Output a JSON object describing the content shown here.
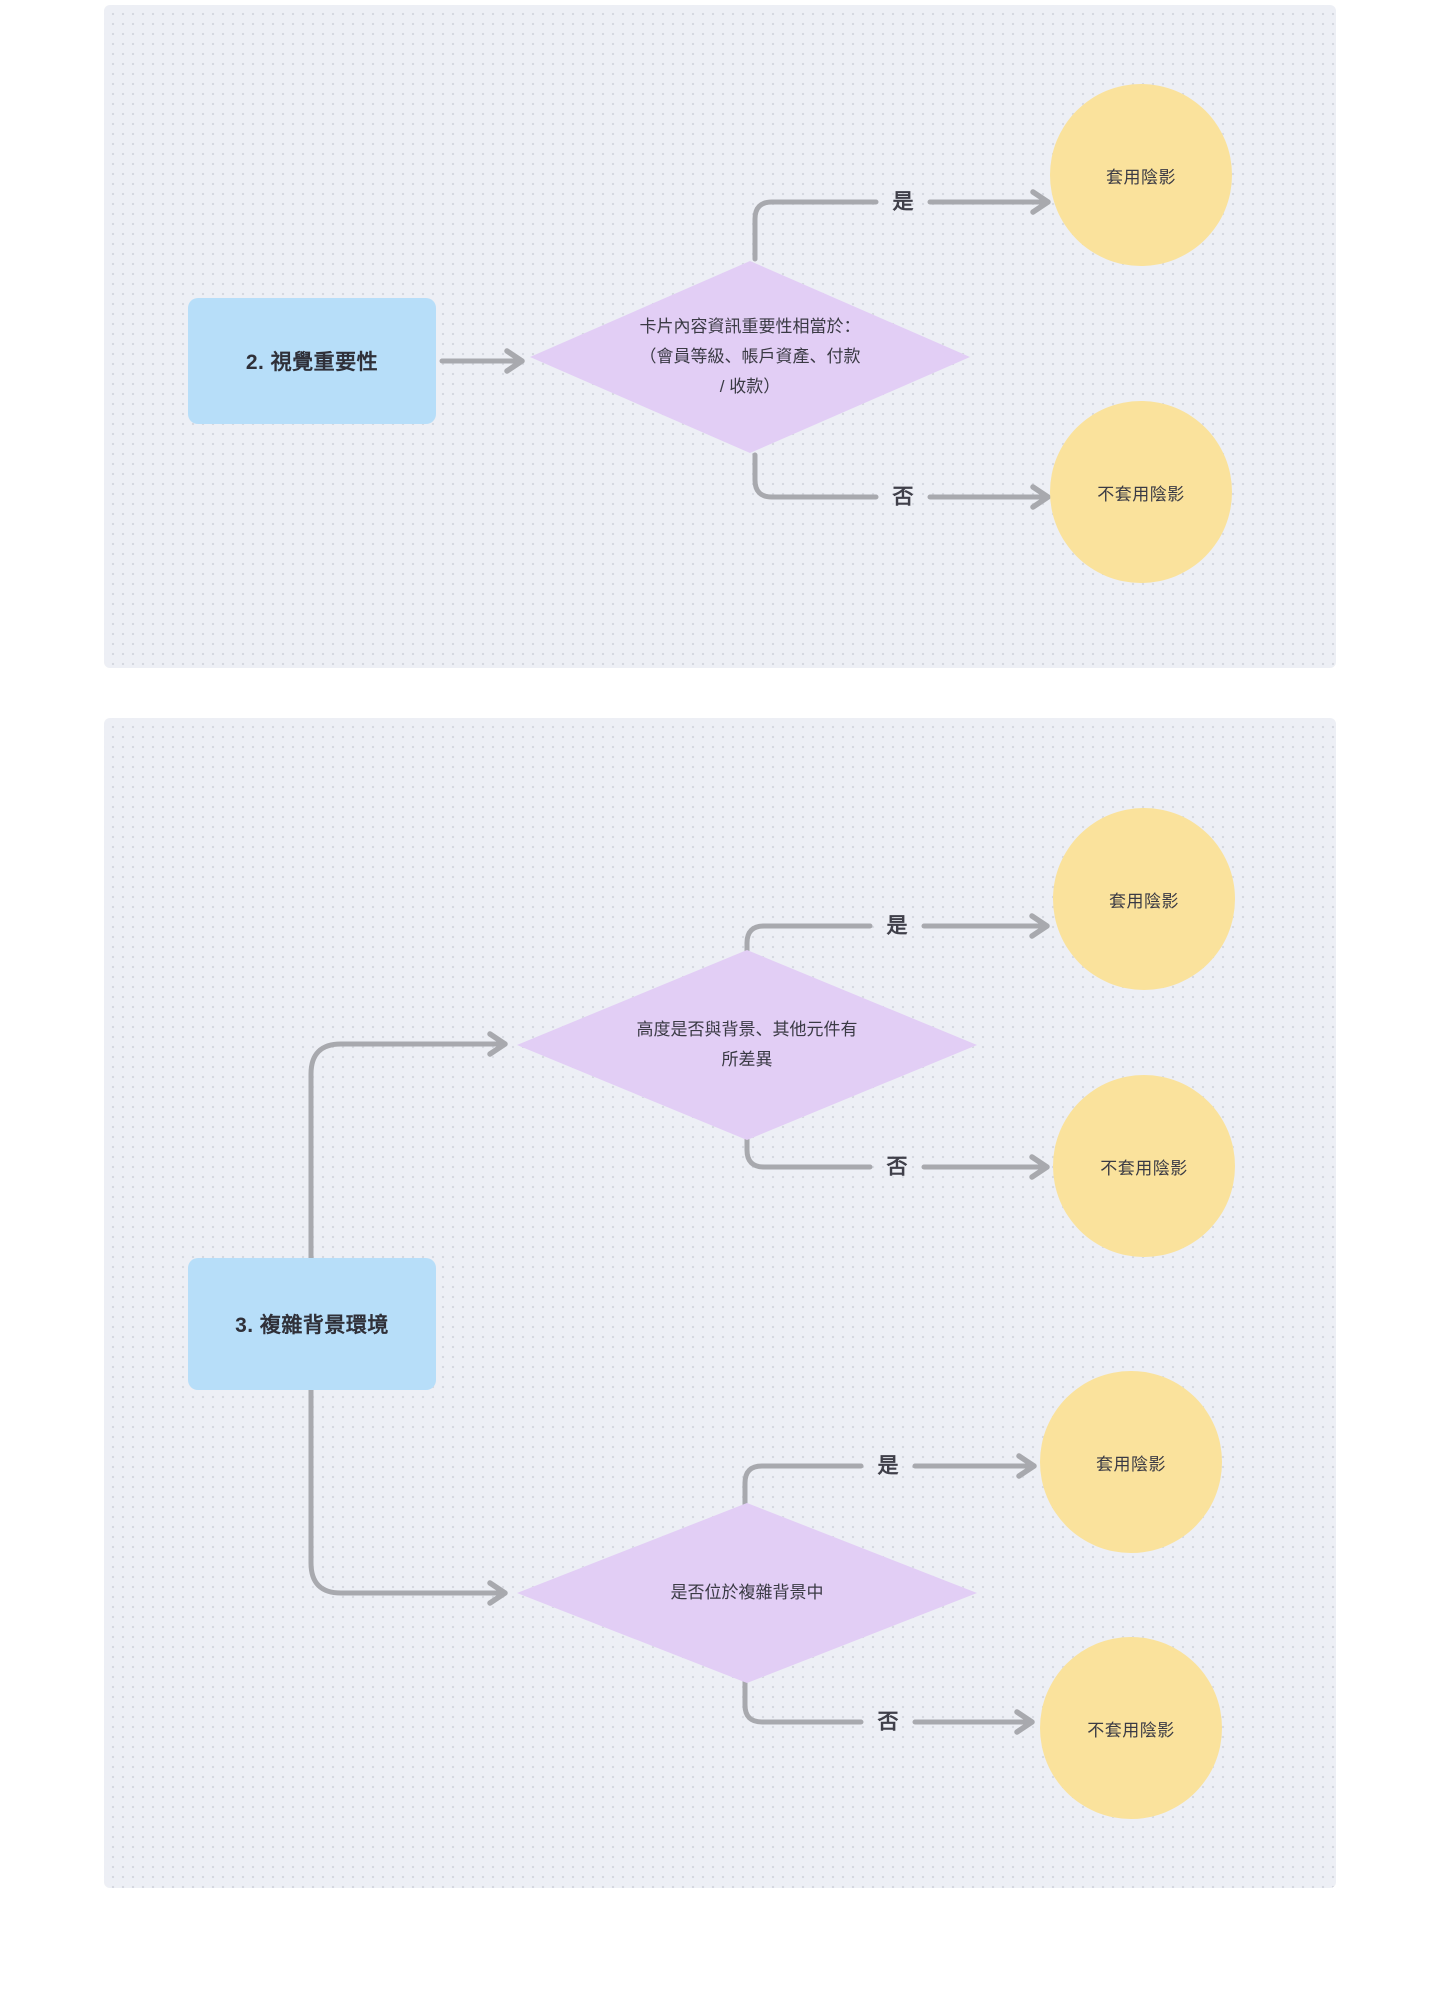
{
  "palette": {
    "panel_background": "#edeff5",
    "grid_dot": "#d5d8e0",
    "start_node_fill": "#b7def9",
    "decision_fill": "#e2cef5",
    "result_fill": "#fae29c",
    "connector": "#a8a9ae",
    "text": "#37373f"
  },
  "panel1": {
    "start": "2. 視覺重要性",
    "decision": {
      "question": "卡片內容資訊重要性相當於：（會員等級、帳戶資產、付款 / 收款）",
      "yes": {
        "label": "是",
        "result": "套用陰影"
      },
      "no": {
        "label": "否",
        "result": "不套用陰影"
      }
    }
  },
  "panel2": {
    "start": "3. 複雜背景環境",
    "decisions": [
      {
        "question": "高度是否與背景、其他元件有所差異",
        "yes": {
          "label": "是",
          "result": "套用陰影"
        },
        "no": {
          "label": "否",
          "result": "不套用陰影"
        }
      },
      {
        "question": "是否位於複雜背景中",
        "yes": {
          "label": "是",
          "result": "套用陰影"
        },
        "no": {
          "label": "否",
          "result": "不套用陰影"
        }
      }
    ]
  }
}
